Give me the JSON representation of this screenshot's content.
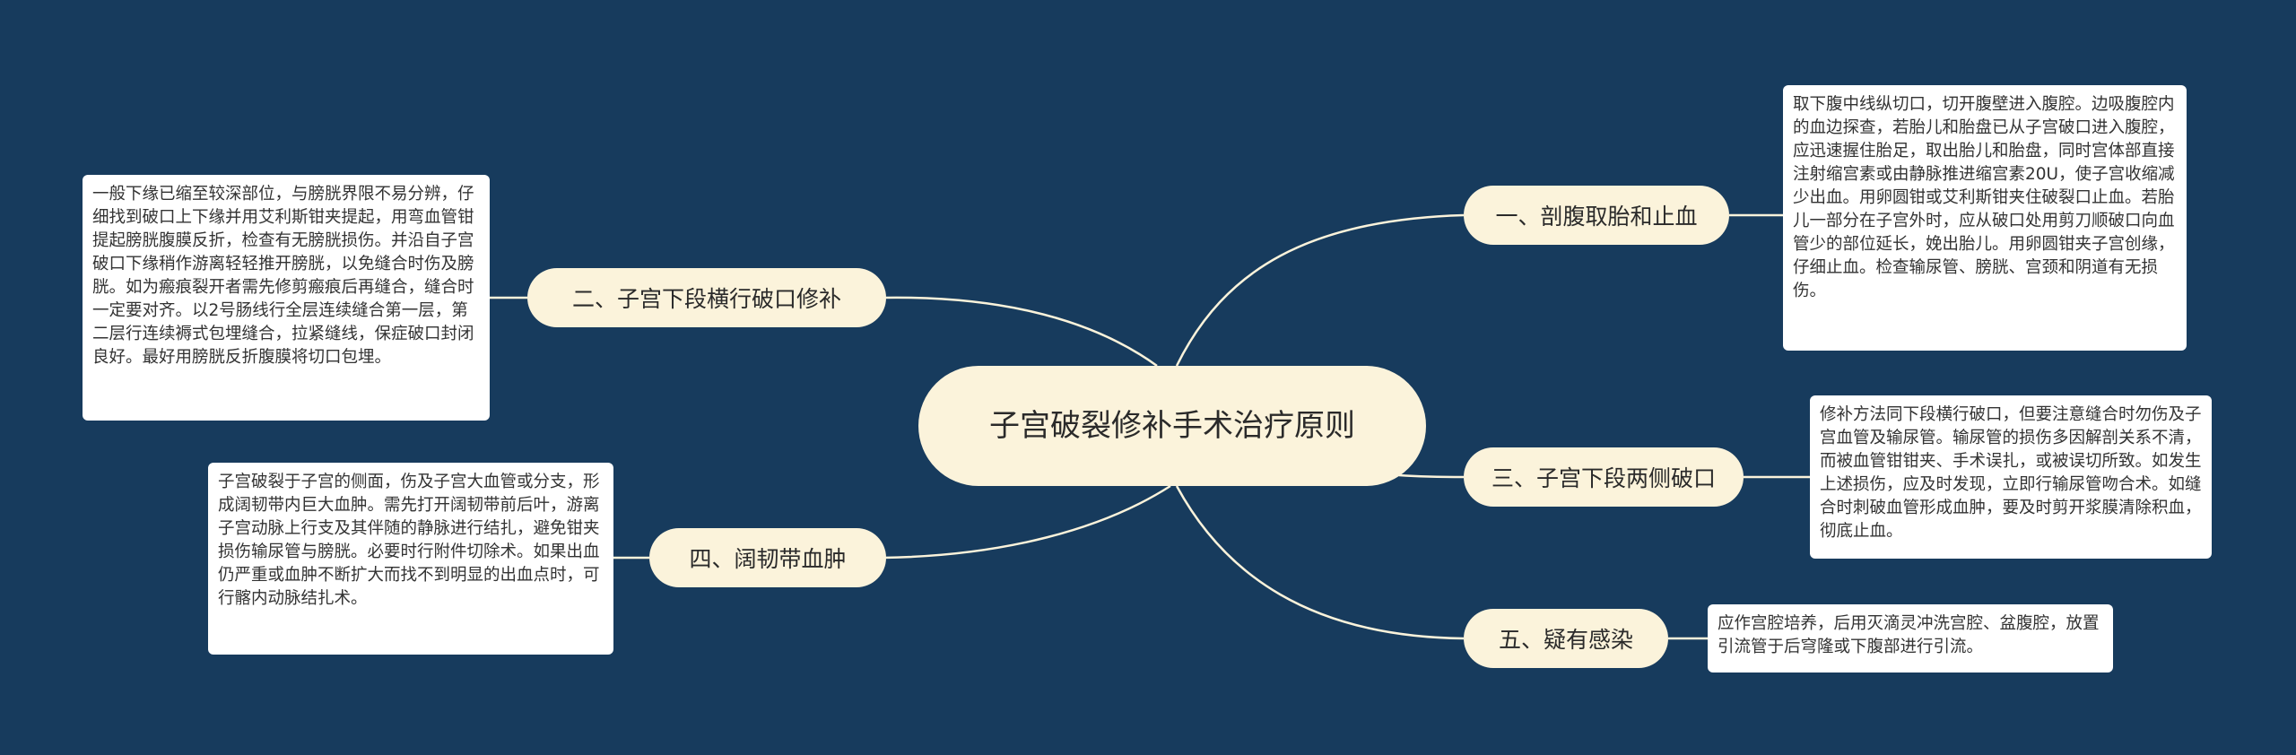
{
  "central_topic": "子宫破裂修补手术治疗原则",
  "colors": {
    "background": "#173b5d",
    "node_fill": "#fbf3db",
    "note_fill": "#ffffff",
    "connector": "#fbf3db"
  },
  "branches": [
    {
      "id": "b1",
      "label": "一、剖腹取胎和止血",
      "note": "取下腹中线纵切口，切开腹壁进入腹腔。边吸腹腔内的血边探查，若胎儿和胎盘已从子宫破口进入腹腔，应迅速握住胎足，取出胎儿和胎盘，同时宫体部直接注射缩宫素或由静脉推进缩宫素20U，使子宫收缩减少出血。用卵圆钳或艾利斯钳夹住破裂口止血。若胎儿一部分在子宫外时，应从破口处用剪刀顺破口向血管少的部位延长，娩出胎儿。用卵圆钳夹子宫创缘，仔细止血。检查输尿管、膀胱、宫颈和阴道有无损伤。"
    },
    {
      "id": "b2",
      "label": "二、子宫下段横行破口修补",
      "note": "一般下缘已缩至较深部位，与膀胱界限不易分辨，仔细找到破口上下缘并用艾利斯钳夹提起，用弯血管钳提起膀胱腹膜反折，检查有无膀胱损伤。并沿自子宫破口下缘稍作游离轻轻推开膀胱，以免缝合时伤及膀胱。如为瘢痕裂开者需先修剪瘢痕后再缝合，缝合时一定要对齐。以2号肠线行全层连续缝合第一层，第二层行连续褥式包埋缝合，拉紧缝线，保症破口封闭良好。最好用膀胱反折腹膜将切口包埋。"
    },
    {
      "id": "b3",
      "label": "三、子宫下段两侧破口",
      "note": "修补方法同下段横行破口，但要注意缝合时勿伤及子宫血管及输尿管。输尿管的损伤多因解剖关系不清，而被血管钳钳夹、手术误扎，或被误切所致。如发生上述损伤，应及时发现，立即行输尿管吻合术。如缝合时刺破血管形成血肿，要及时剪开浆膜清除积血，彻底止血。"
    },
    {
      "id": "b4",
      "label": "四、阔韧带血肿",
      "note": "子宫破裂于子宫的侧面，伤及子宫大血管或分支，形成阔韧带内巨大血肿。需先打开阔韧带前后叶，游离子宫动脉上行支及其伴随的静脉进行结扎，避免钳夹损伤输尿管与膀胱。必要时行附件切除术。如果出血仍严重或血肿不断扩大而找不到明显的出血点时，可行髂内动脉结扎术。"
    },
    {
      "id": "b5",
      "label": "五、疑有感染",
      "note": "应作宫腔培养，后用灭滴灵冲洗宫腔、盆腹腔，放置引流管于后穹隆或下腹部进行引流。"
    }
  ]
}
